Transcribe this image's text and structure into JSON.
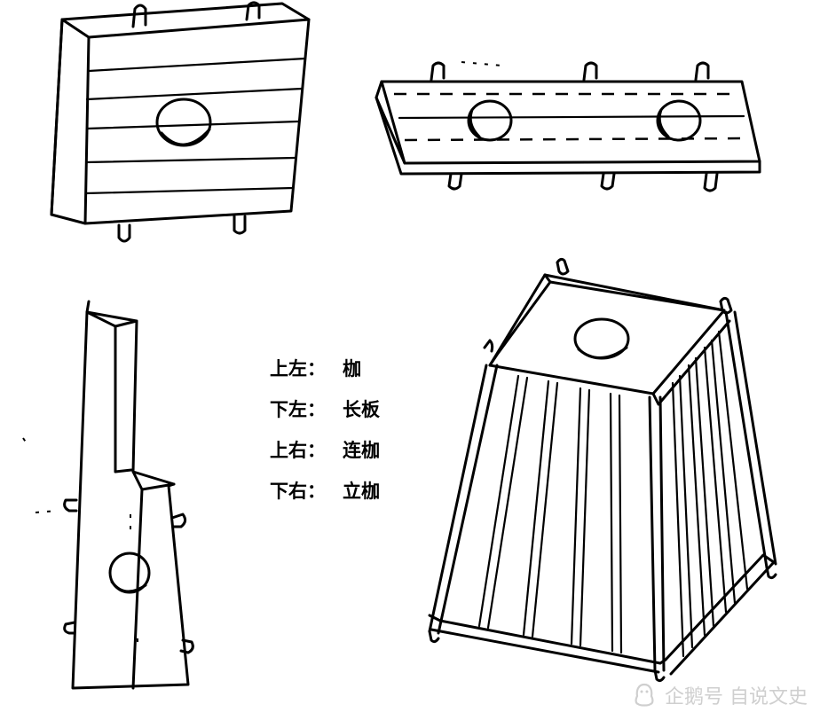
{
  "legend": {
    "items": [
      {
        "position": "上左：",
        "name": "枷"
      },
      {
        "position": "下左：",
        "name": "长板"
      },
      {
        "position": "上右：",
        "name": "连枷"
      },
      {
        "position": "下右：",
        "name": "立枷"
      }
    ]
  },
  "watermark": {
    "text": "企鹅号 自说文史",
    "icon": "penguin-logo-icon",
    "color": "#cfcfcf"
  },
  "colors": {
    "ink": "#000000",
    "paper": "#ffffff"
  }
}
